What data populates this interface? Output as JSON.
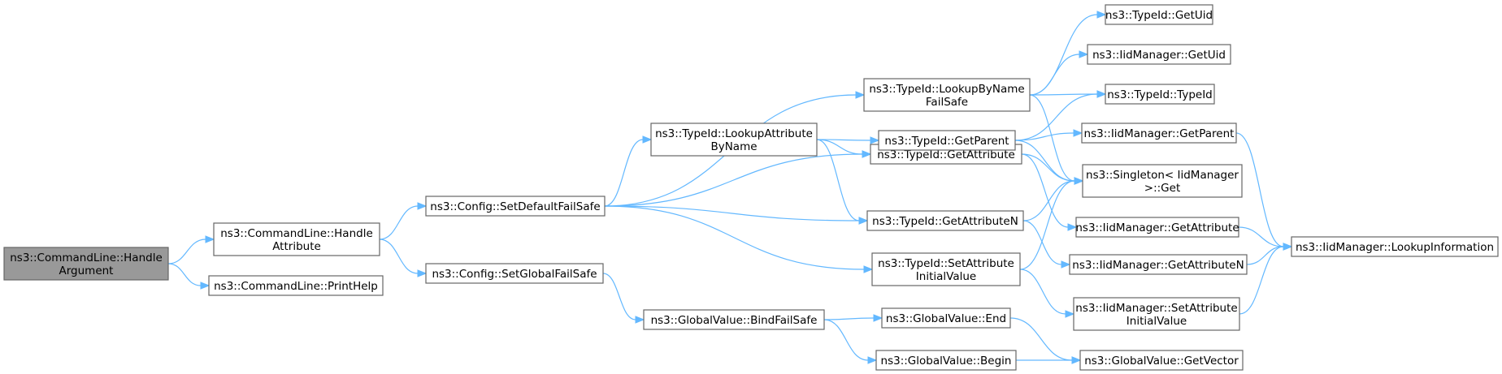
{
  "nodes": [
    {
      "id": "n0",
      "label": [
        "ns3::CommandLine::Handle",
        "Argument"
      ],
      "focus": true
    },
    {
      "id": "n1",
      "label": [
        "ns3::CommandLine::Handle",
        "Attribute"
      ]
    },
    {
      "id": "n2",
      "label": [
        "ns3::CommandLine::PrintHelp"
      ]
    },
    {
      "id": "n3",
      "label": [
        "ns3::Config::SetDefaultFailSafe"
      ]
    },
    {
      "id": "n4",
      "label": [
        "ns3::Config::SetGlobalFailSafe"
      ]
    },
    {
      "id": "n5",
      "label": [
        "ns3::TypeId::LookupAttribute",
        "ByName"
      ]
    },
    {
      "id": "n6",
      "label": [
        "ns3::TypeId::LookupByName",
        "FailSafe"
      ]
    },
    {
      "id": "n7",
      "label": [
        "ns3::TypeId::GetAttribute"
      ]
    },
    {
      "id": "n8",
      "label": [
        "ns3::TypeId::GetAttributeN"
      ]
    },
    {
      "id": "n9",
      "label": [
        "ns3::TypeId::SetAttribute",
        "InitialValue"
      ]
    },
    {
      "id": "n10",
      "label": [
        "ns3::GlobalValue::BindFailSafe"
      ]
    },
    {
      "id": "n11",
      "label": [
        "ns3::TypeId::GetParent"
      ]
    },
    {
      "id": "n12",
      "label": [
        "ns3::TypeId::GetUid"
      ]
    },
    {
      "id": "n13",
      "label": [
        "ns3::IidManager::GetUid"
      ]
    },
    {
      "id": "n14",
      "label": [
        "ns3::TypeId::TypeId"
      ]
    },
    {
      "id": "n15",
      "label": [
        "ns3::IidManager::GetParent"
      ]
    },
    {
      "id": "n16",
      "label": [
        "ns3::Singleton< IidManager",
        ">::Get"
      ]
    },
    {
      "id": "n17",
      "label": [
        "ns3::IidManager::GetAttribute"
      ]
    },
    {
      "id": "n18",
      "label": [
        "ns3::IidManager::GetAttributeN"
      ]
    },
    {
      "id": "n19",
      "label": [
        "ns3::IidManager::SetAttribute",
        "InitialValue"
      ]
    },
    {
      "id": "n20",
      "label": [
        "ns3::GlobalValue::End"
      ]
    },
    {
      "id": "n21",
      "label": [
        "ns3::GlobalValue::Begin"
      ]
    },
    {
      "id": "n22",
      "label": [
        "ns3::GlobalValue::GetVector"
      ]
    },
    {
      "id": "n23",
      "label": [
        "ns3::IidManager::LookupInformation"
      ]
    }
  ],
  "edges": [
    [
      "n0",
      "n1"
    ],
    [
      "n0",
      "n2"
    ],
    [
      "n1",
      "n3"
    ],
    [
      "n1",
      "n4"
    ],
    [
      "n3",
      "n6"
    ],
    [
      "n3",
      "n5"
    ],
    [
      "n3",
      "n7"
    ],
    [
      "n3",
      "n8"
    ],
    [
      "n3",
      "n9"
    ],
    [
      "n4",
      "n10"
    ],
    [
      "n5",
      "n11"
    ],
    [
      "n5",
      "n7"
    ],
    [
      "n5",
      "n8"
    ],
    [
      "n6",
      "n12"
    ],
    [
      "n6",
      "n13"
    ],
    [
      "n6",
      "n14"
    ],
    [
      "n6",
      "n16"
    ],
    [
      "n11",
      "n14"
    ],
    [
      "n11",
      "n15"
    ],
    [
      "n11",
      "n16"
    ],
    [
      "n7",
      "n16"
    ],
    [
      "n7",
      "n17"
    ],
    [
      "n8",
      "n16"
    ],
    [
      "n8",
      "n18"
    ],
    [
      "n9",
      "n16"
    ],
    [
      "n9",
      "n19"
    ],
    [
      "n10",
      "n20"
    ],
    [
      "n10",
      "n21"
    ],
    [
      "n20",
      "n22"
    ],
    [
      "n21",
      "n22"
    ],
    [
      "n15",
      "n23"
    ],
    [
      "n17",
      "n23"
    ],
    [
      "n18",
      "n23"
    ],
    [
      "n19",
      "n23"
    ]
  ],
  "colors": {
    "edge": "#63b8ff",
    "node_border": "#666666",
    "node_fill": "#ffffff",
    "focus_fill": "#999999"
  }
}
